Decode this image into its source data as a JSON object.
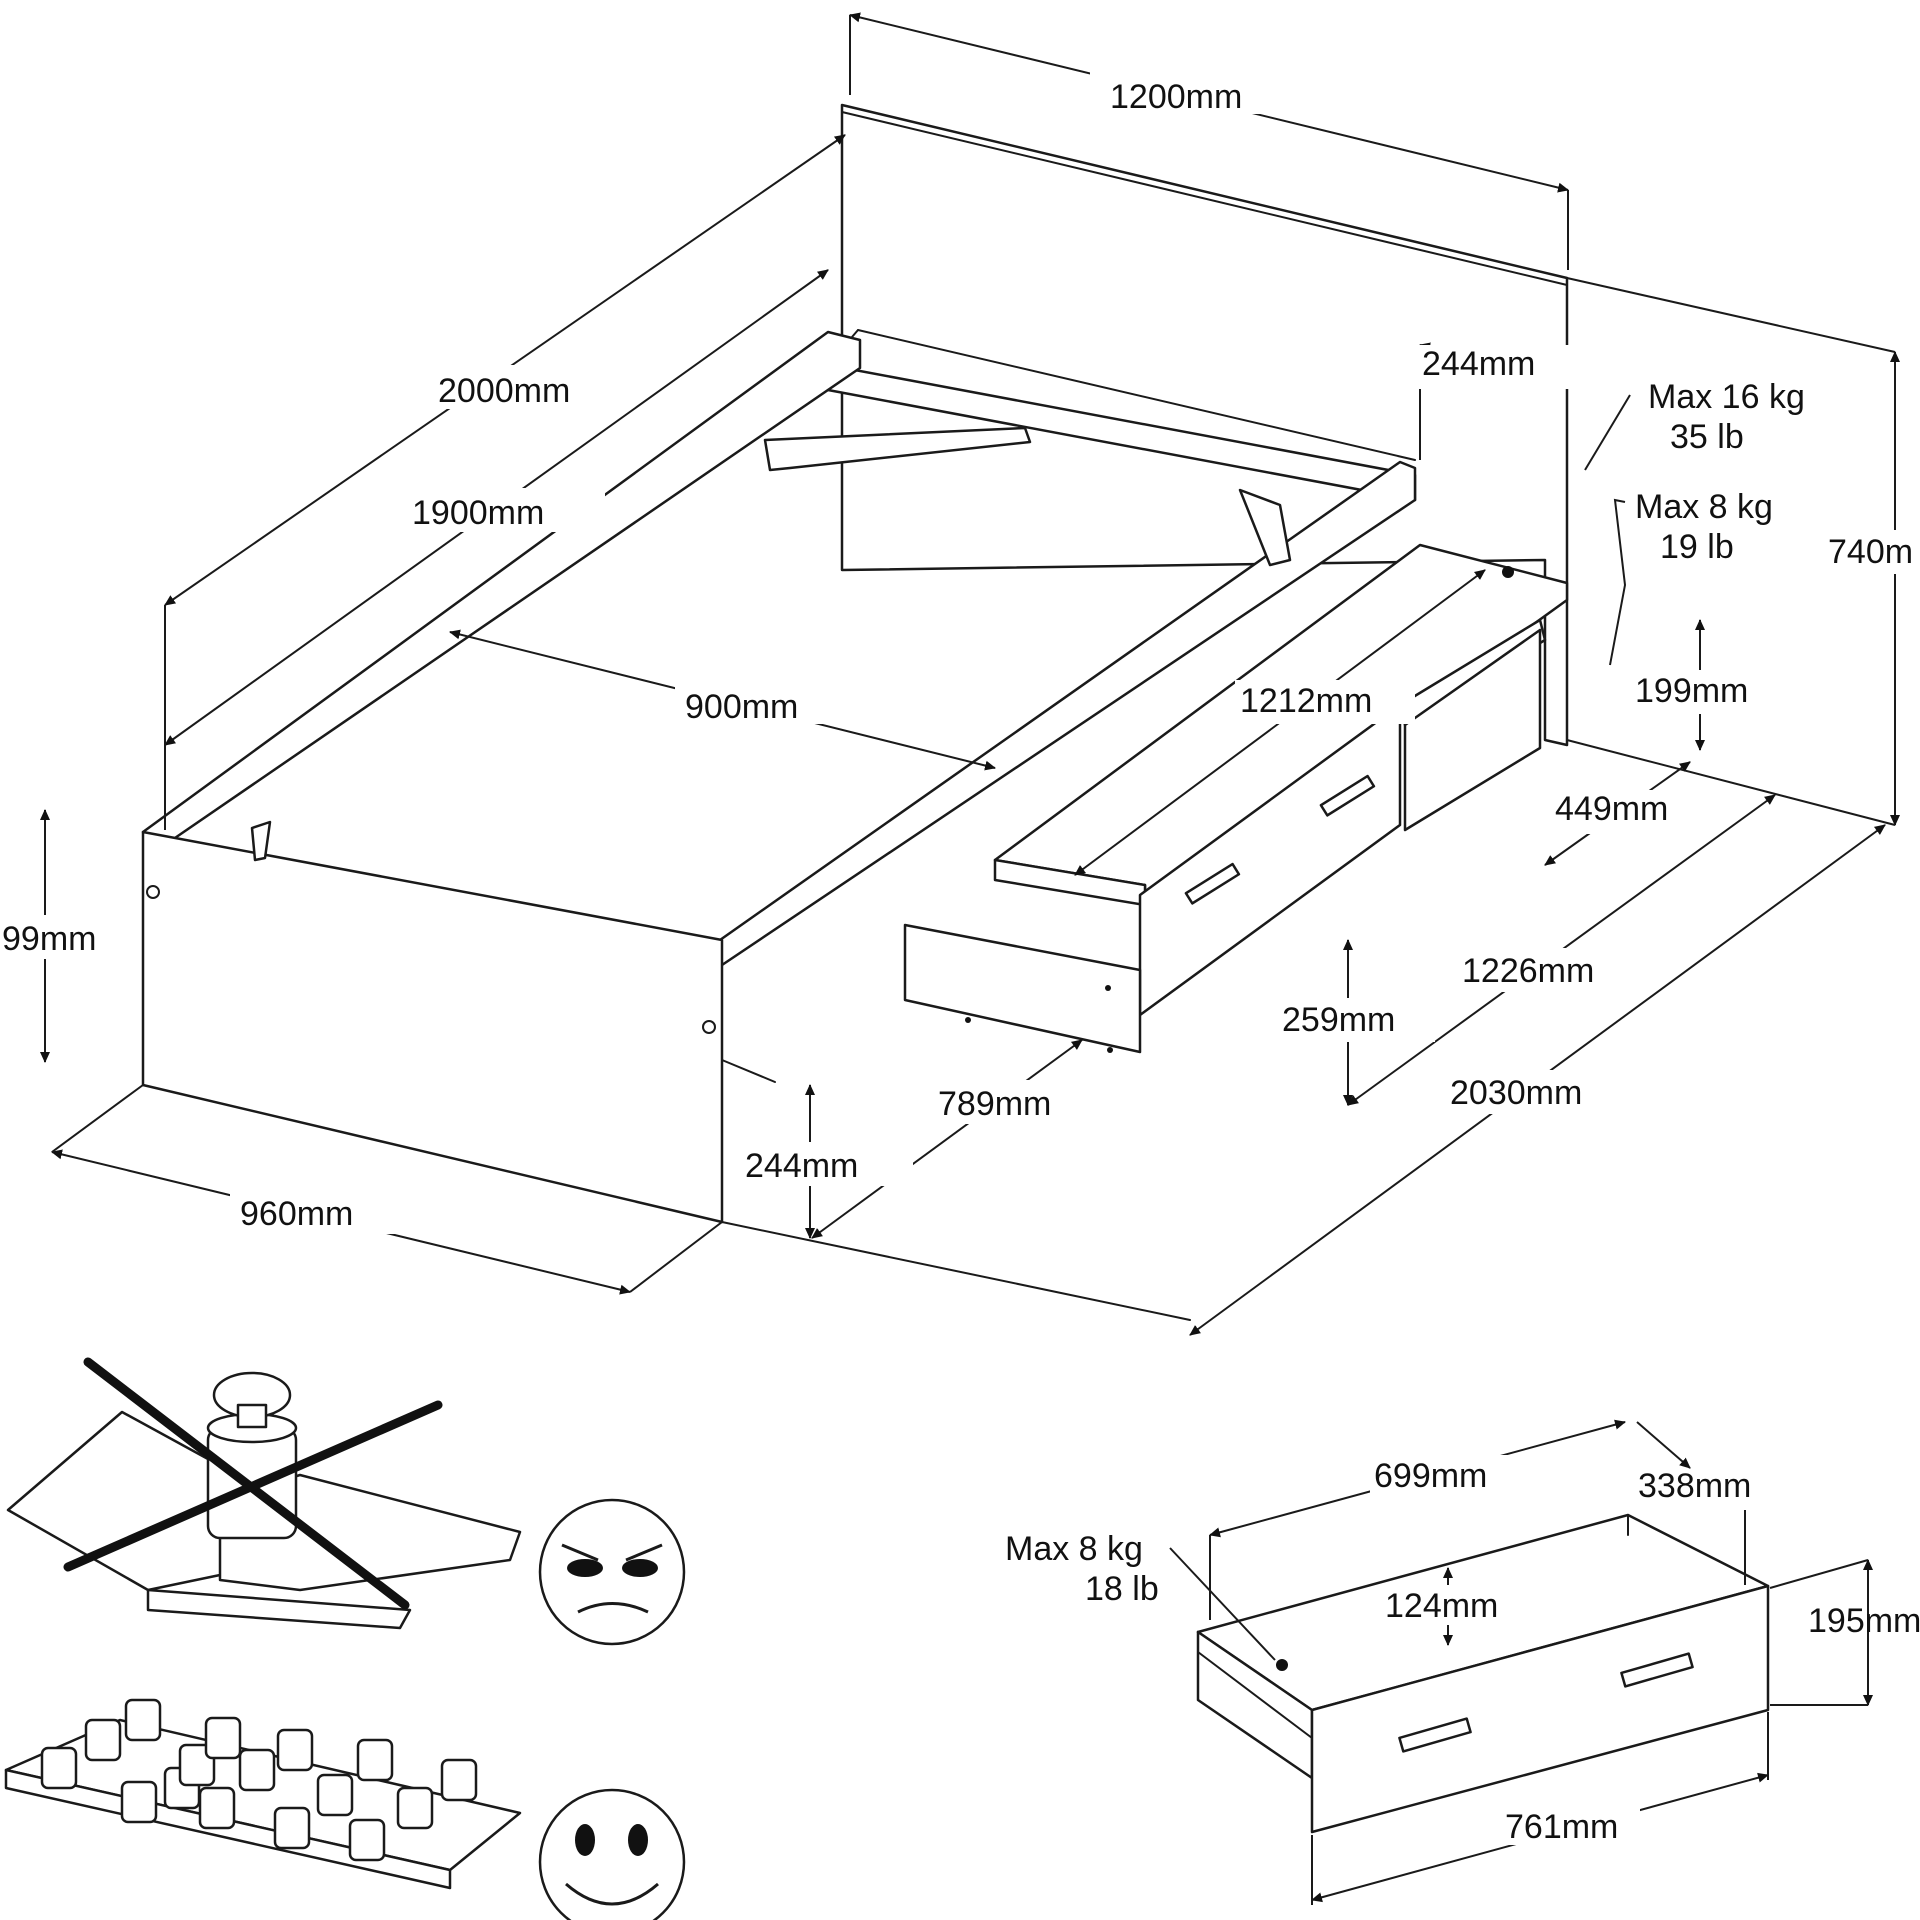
{
  "dimensions": {
    "headboard_width": "1200mm",
    "total_length": "2000mm",
    "inner_length": "1900mm",
    "inner_width": "900mm",
    "side_height_left": "99mm",
    "base_width": "960mm",
    "leg_clearance_front": "244mm",
    "drawer_unit_depth": "789mm",
    "drawer_height_outer": "259mm",
    "drawer_unit_length": "1212mm",
    "shelf_depth": "449mm",
    "shelf_gap": "199mm",
    "unit_length_inner": "1226mm",
    "overall_length": "2030mm",
    "overall_height": "740m",
    "shelf_height_top": "244mm",
    "drawer_length": "699mm",
    "drawer_depth": "338mm",
    "drawer_inner_height": "124mm",
    "drawer_front_height": "195mm",
    "drawer_front_width": "761mm"
  },
  "load_limits": {
    "top_shelf": {
      "kg": "Max 16 kg",
      "lb": "35 lb"
    },
    "lower_shelf": {
      "kg": "Max 8 kg",
      "lb": "19 lb"
    },
    "drawer": {
      "kg": "Max 8 kg",
      "lb": "18 lb"
    }
  },
  "icons": {
    "wrong_load": "crossed-out-concentrated-weight-icon",
    "angry_face": "angry-face-icon",
    "right_load": "distributed-weights-icon",
    "happy_face": "happy-face-icon"
  }
}
